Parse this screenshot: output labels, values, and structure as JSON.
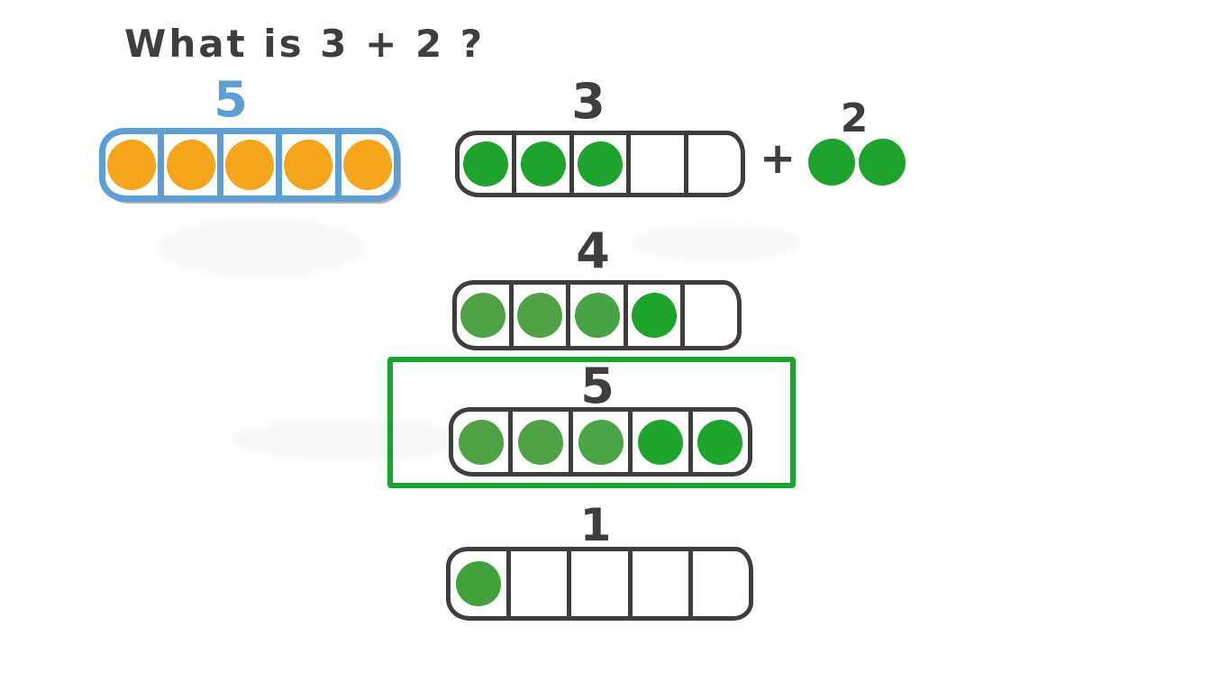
{
  "title": {
    "text": "What is 3 + 2 ?"
  },
  "colors": {
    "ink": "#3e3e3e",
    "blue": "#5b9fd6",
    "orange": "#f5a41c",
    "green": "#1ea32c",
    "green_muted": "#4da243",
    "highlight": "#17a52f"
  },
  "reference": {
    "label": "5",
    "frame": {
      "cells": 5,
      "dots": 5,
      "dot_colors": [
        "#f5a41c",
        "#f5a41c",
        "#f5a41c",
        "#f5a41c",
        "#f5a41c"
      ]
    }
  },
  "addend": {
    "plus": "+",
    "label": "2",
    "dot_colors": [
      "#1ea32c",
      "#1ea32c"
    ]
  },
  "options": [
    {
      "label": "3",
      "frame": {
        "cells": 5,
        "dots": 3,
        "dot_colors": [
          "#1ea32c",
          "#1ea32c",
          "#1ea32c"
        ]
      }
    },
    {
      "label": "4",
      "frame": {
        "cells": 5,
        "dots": 4,
        "dot_colors": [
          "#4da243",
          "#4da243",
          "#48a345",
          "#1ca42b"
        ]
      }
    },
    {
      "label": "5",
      "selected": true,
      "frame": {
        "cells": 5,
        "dots": 5,
        "dot_colors": [
          "#4da243",
          "#4da243",
          "#4aa546",
          "#1ca42b",
          "#1ca42b"
        ]
      }
    },
    {
      "label": "1",
      "frame": {
        "cells": 5,
        "dots": 1,
        "dot_colors": [
          "#3fa33a"
        ]
      }
    }
  ],
  "answer_highlight": {
    "option_label": "5"
  }
}
